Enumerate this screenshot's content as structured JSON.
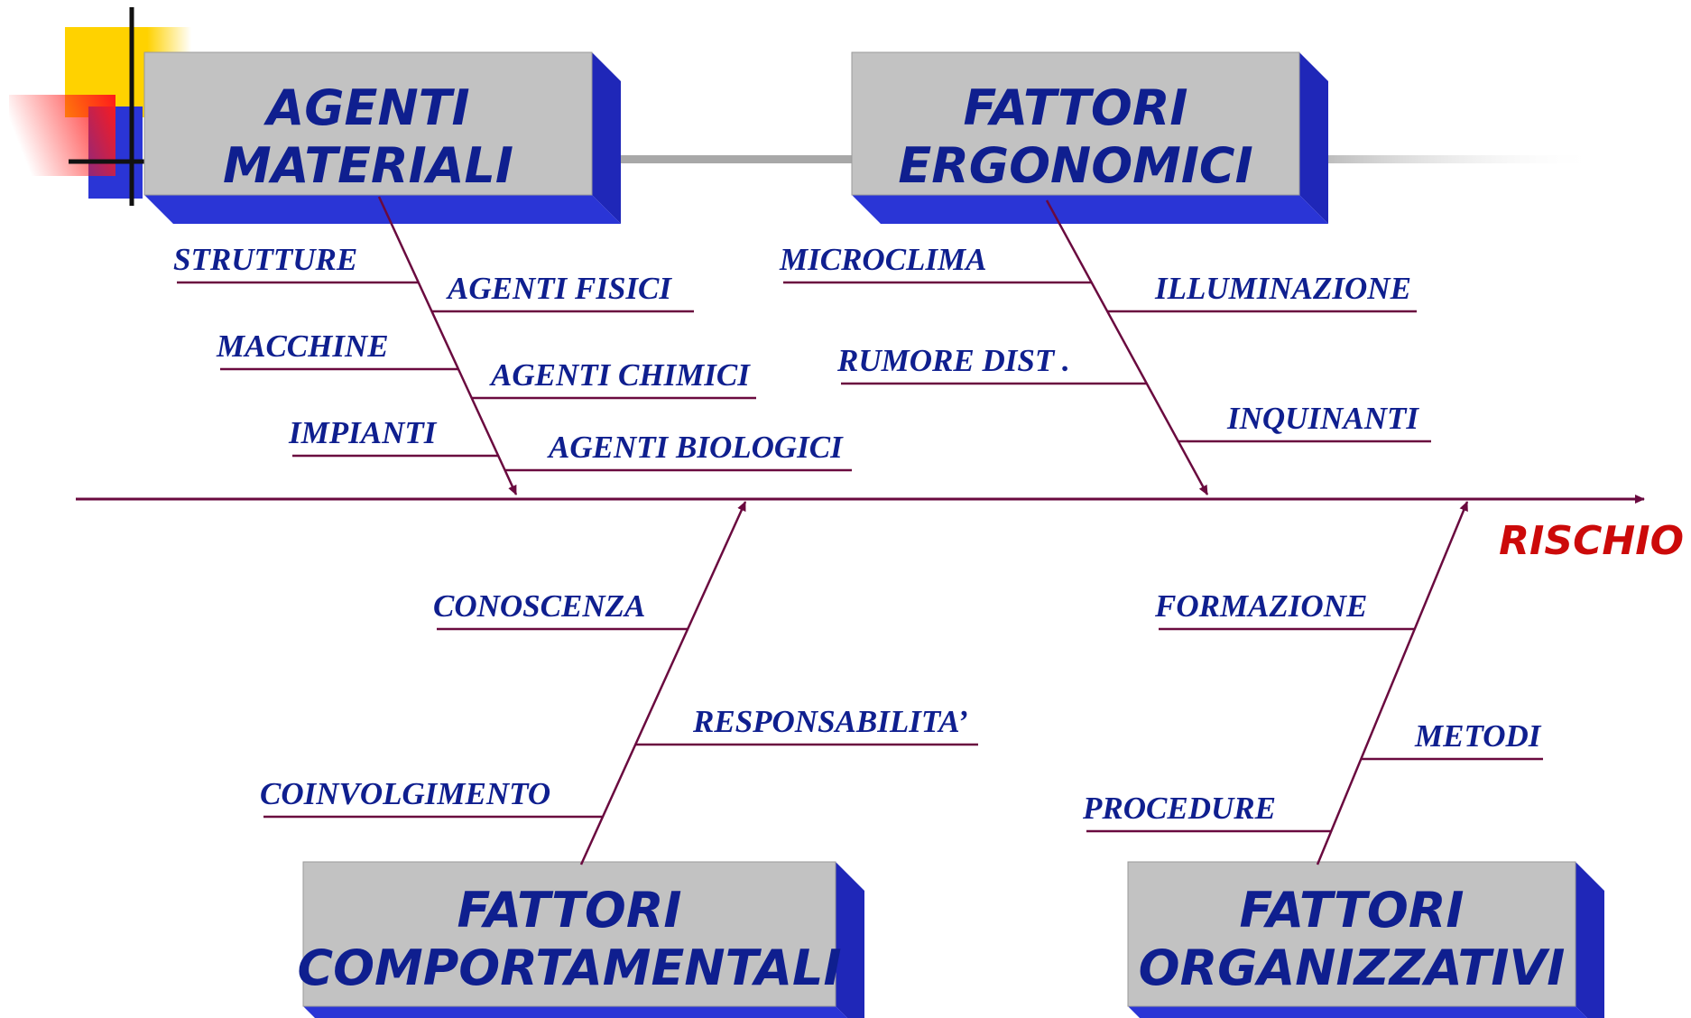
{
  "outcome": "RISCHIO",
  "colors": {
    "box_fill": "#c2c2c2",
    "box_side": "#2a35d6",
    "box_text": "#0f1f8f",
    "cause_text": "#0f1f8f",
    "line": "#6a0a3f",
    "outcome_text": "#cc0a0a",
    "deco_yellow": "#ffd200",
    "deco_red": "#ff2020",
    "deco_blue": "#2a35d6"
  },
  "categories": [
    {
      "id": "agenti-materiali",
      "line1": "AGENTI",
      "line2": "MATERIALI",
      "causes": [
        "STRUTTURE",
        "AGENTI FISICI",
        "MACCHINE",
        "AGENTI CHIMICI",
        "IMPIANTI",
        "AGENTI BIOLOGICI"
      ]
    },
    {
      "id": "fattori-ergonomici",
      "line1": "FATTORI",
      "line2": "ERGONOMICI",
      "causes": [
        "MICROCLIMA",
        "ILLUMINAZIONE",
        "RUMORE DIST .",
        "INQUINANTI"
      ]
    },
    {
      "id": "fattori-comportamentali",
      "line1": "FATTORI",
      "line2": "COMPORTAMENTALI",
      "causes": [
        "CONOSCENZA",
        "RESPONSABILITA’",
        "COINVOLGIMENTO"
      ]
    },
    {
      "id": "fattori-organizzativi",
      "line1": "FATTORI",
      "line2": "ORGANIZZATIVI",
      "causes": [
        "FORMAZIONE",
        "METODI",
        "PROCEDURE"
      ]
    }
  ]
}
